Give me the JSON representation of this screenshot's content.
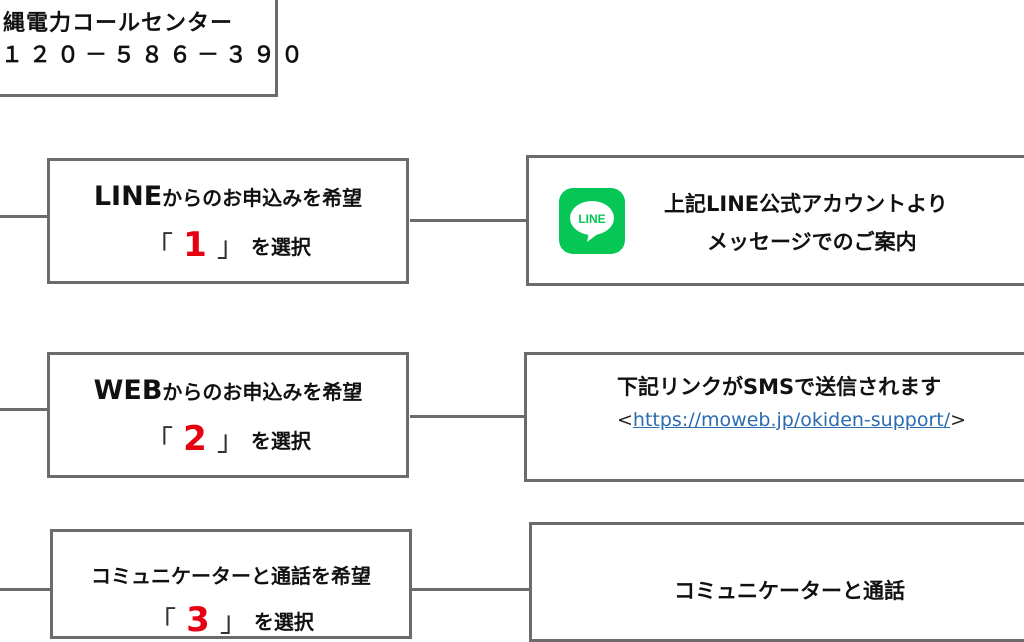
{
  "header": {
    "title": "縄電力コールセンター",
    "phone": "１２０－５８６－３９０"
  },
  "options": [
    {
      "title_main": "LINE",
      "title_rest": "からのお申込みを希望",
      "bracket_open": "「",
      "number": "1",
      "bracket_close": "」",
      "select_label": "を選択"
    },
    {
      "title_main": "WEB",
      "title_rest": "からのお申込みを希望",
      "bracket_open": "「",
      "number": "2",
      "bracket_close": "」",
      "select_label": "を選択"
    },
    {
      "title_main": "",
      "title_rest": "コミュニケーターと通話を希望",
      "bracket_open": "「",
      "number": "3",
      "bracket_close": "」",
      "select_label": "を選択"
    }
  ],
  "results": {
    "line": {
      "line1": "上記LINE公式アカウントより",
      "line2": "メッセージでのご案内",
      "icon_label": "LINE",
      "icon_color": "#06c755"
    },
    "web": {
      "text": "下記リンクがSMSで送信されます",
      "lt": "<",
      "link": "https://moweb.jp/okiden-support/",
      "gt": ">"
    },
    "call": {
      "text": "コミュニケーターと通話"
    }
  },
  "colors": {
    "border": "#6e6a6a",
    "number": "#e60012",
    "link": "#2b6cb0"
  }
}
